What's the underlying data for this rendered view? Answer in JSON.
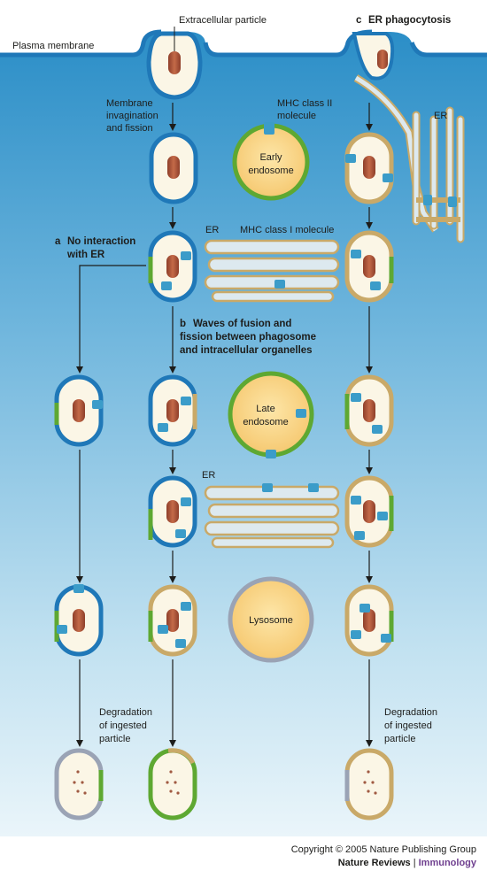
{
  "labels": {
    "plasma_membrane": "Plasma membrane",
    "extracellular_particle": "Extracellular particle",
    "er_phagocytosis_letter": "c",
    "er_phagocytosis": "ER phagocytosis",
    "er_top": "ER",
    "invagination_1": "Membrane",
    "invagination_2": "invagination",
    "invagination_3": "and fission",
    "mhc2_1": "MHC class II",
    "mhc2_2": "molecule",
    "early_endosome_1": "Early",
    "early_endosome_2": "endosome",
    "er_mid": "ER",
    "mhc1": "MHC class I molecule",
    "a_letter": "a",
    "a_1": "No interaction",
    "a_2": "with ER",
    "b_letter": "b",
    "b_1": "Waves of fusion and",
    "b_2": "fission between phagosome",
    "b_3": "and intracellular organelles",
    "late_endosome_1": "Late",
    "late_endosome_2": "endosome",
    "er_low": "ER",
    "lysosome": "Lysosome",
    "degradation_left_1": "Degradation",
    "degradation_left_2": "of ingested",
    "degradation_left_3": "particle",
    "degradation_right_1": "Degradation",
    "degradation_right_2": "of ingested",
    "degradation_right_3": "particle"
  },
  "footer": {
    "copyright": "Copyright © 2005 Nature Publishing Group",
    "journal": "Nature Reviews",
    "separator": "|",
    "subjournal": "Immunology"
  },
  "colors": {
    "cytoplasm_top": "#2a8fc8",
    "cytoplasm_bottom": "#e8f4fa",
    "plasma_membrane": "#1f78b8",
    "phagosome_fill": "#fbf6e6",
    "endosome_membrane": "#5ea832",
    "endosome_fill": "#f6cf7a",
    "er_membrane": "#c9a968",
    "er_fill": "#dde9ef",
    "particle": "#b35a3c",
    "mhc": "#3b9cc9"
  }
}
